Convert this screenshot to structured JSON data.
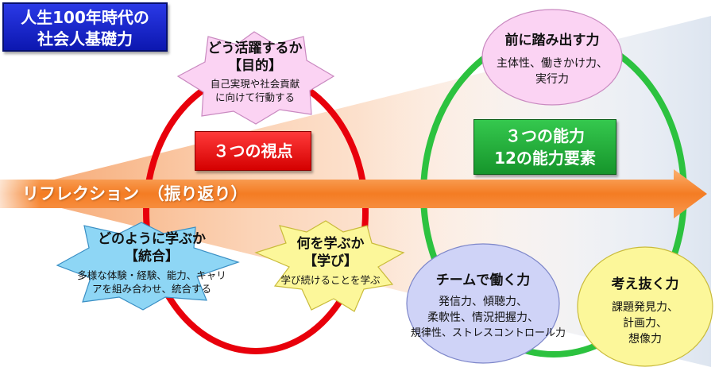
{
  "title": {
    "line1": "人生100年時代の",
    "line2": "社会人基礎力"
  },
  "arrow": {
    "label": "リフレクション　（振り返り）"
  },
  "viewpoints": {
    "badge": "３つの視点",
    "purpose": {
      "heading": "どう活躍するか",
      "tag": "【目的】",
      "desc1": "自己実現や社会貢献",
      "desc2": "に向けて行動する"
    },
    "integration": {
      "heading": "どのように学ぶか",
      "tag": "【統合】",
      "desc1": "多様な体験・経験、能力、キャリ",
      "desc2": "アを組み合わせ、統合する"
    },
    "learning": {
      "heading": "何を学ぶか",
      "tag": "【学び】",
      "desc": "学び続けることを学ぶ"
    }
  },
  "abilities": {
    "badge_line1": "３つの能力",
    "badge_line2": "12の能力要素",
    "step_forward": {
      "heading": "前に踏み出す力",
      "line1": "主体性、働きかけ力、",
      "line2": "実行力"
    },
    "teamwork": {
      "heading": "チームで働く力",
      "line1": "発信力、傾聴力、",
      "line2": "柔軟性、情況把握力、",
      "line3": "規律性、ストレスコントロール力"
    },
    "think_through": {
      "heading": "考え抜く力",
      "line1": "課題発見力、",
      "line2": "計画力、",
      "line3": "想像力"
    }
  },
  "colors": {
    "title_bg": "#1a27d6",
    "red": "#e8000b",
    "green": "#2cc23f",
    "arrow": "#f77f2a",
    "pink": "#fbd3f3",
    "blue_star": "#8ed6f5",
    "yellow": "#fcf79a",
    "lavender": "#cfd3f7"
  }
}
